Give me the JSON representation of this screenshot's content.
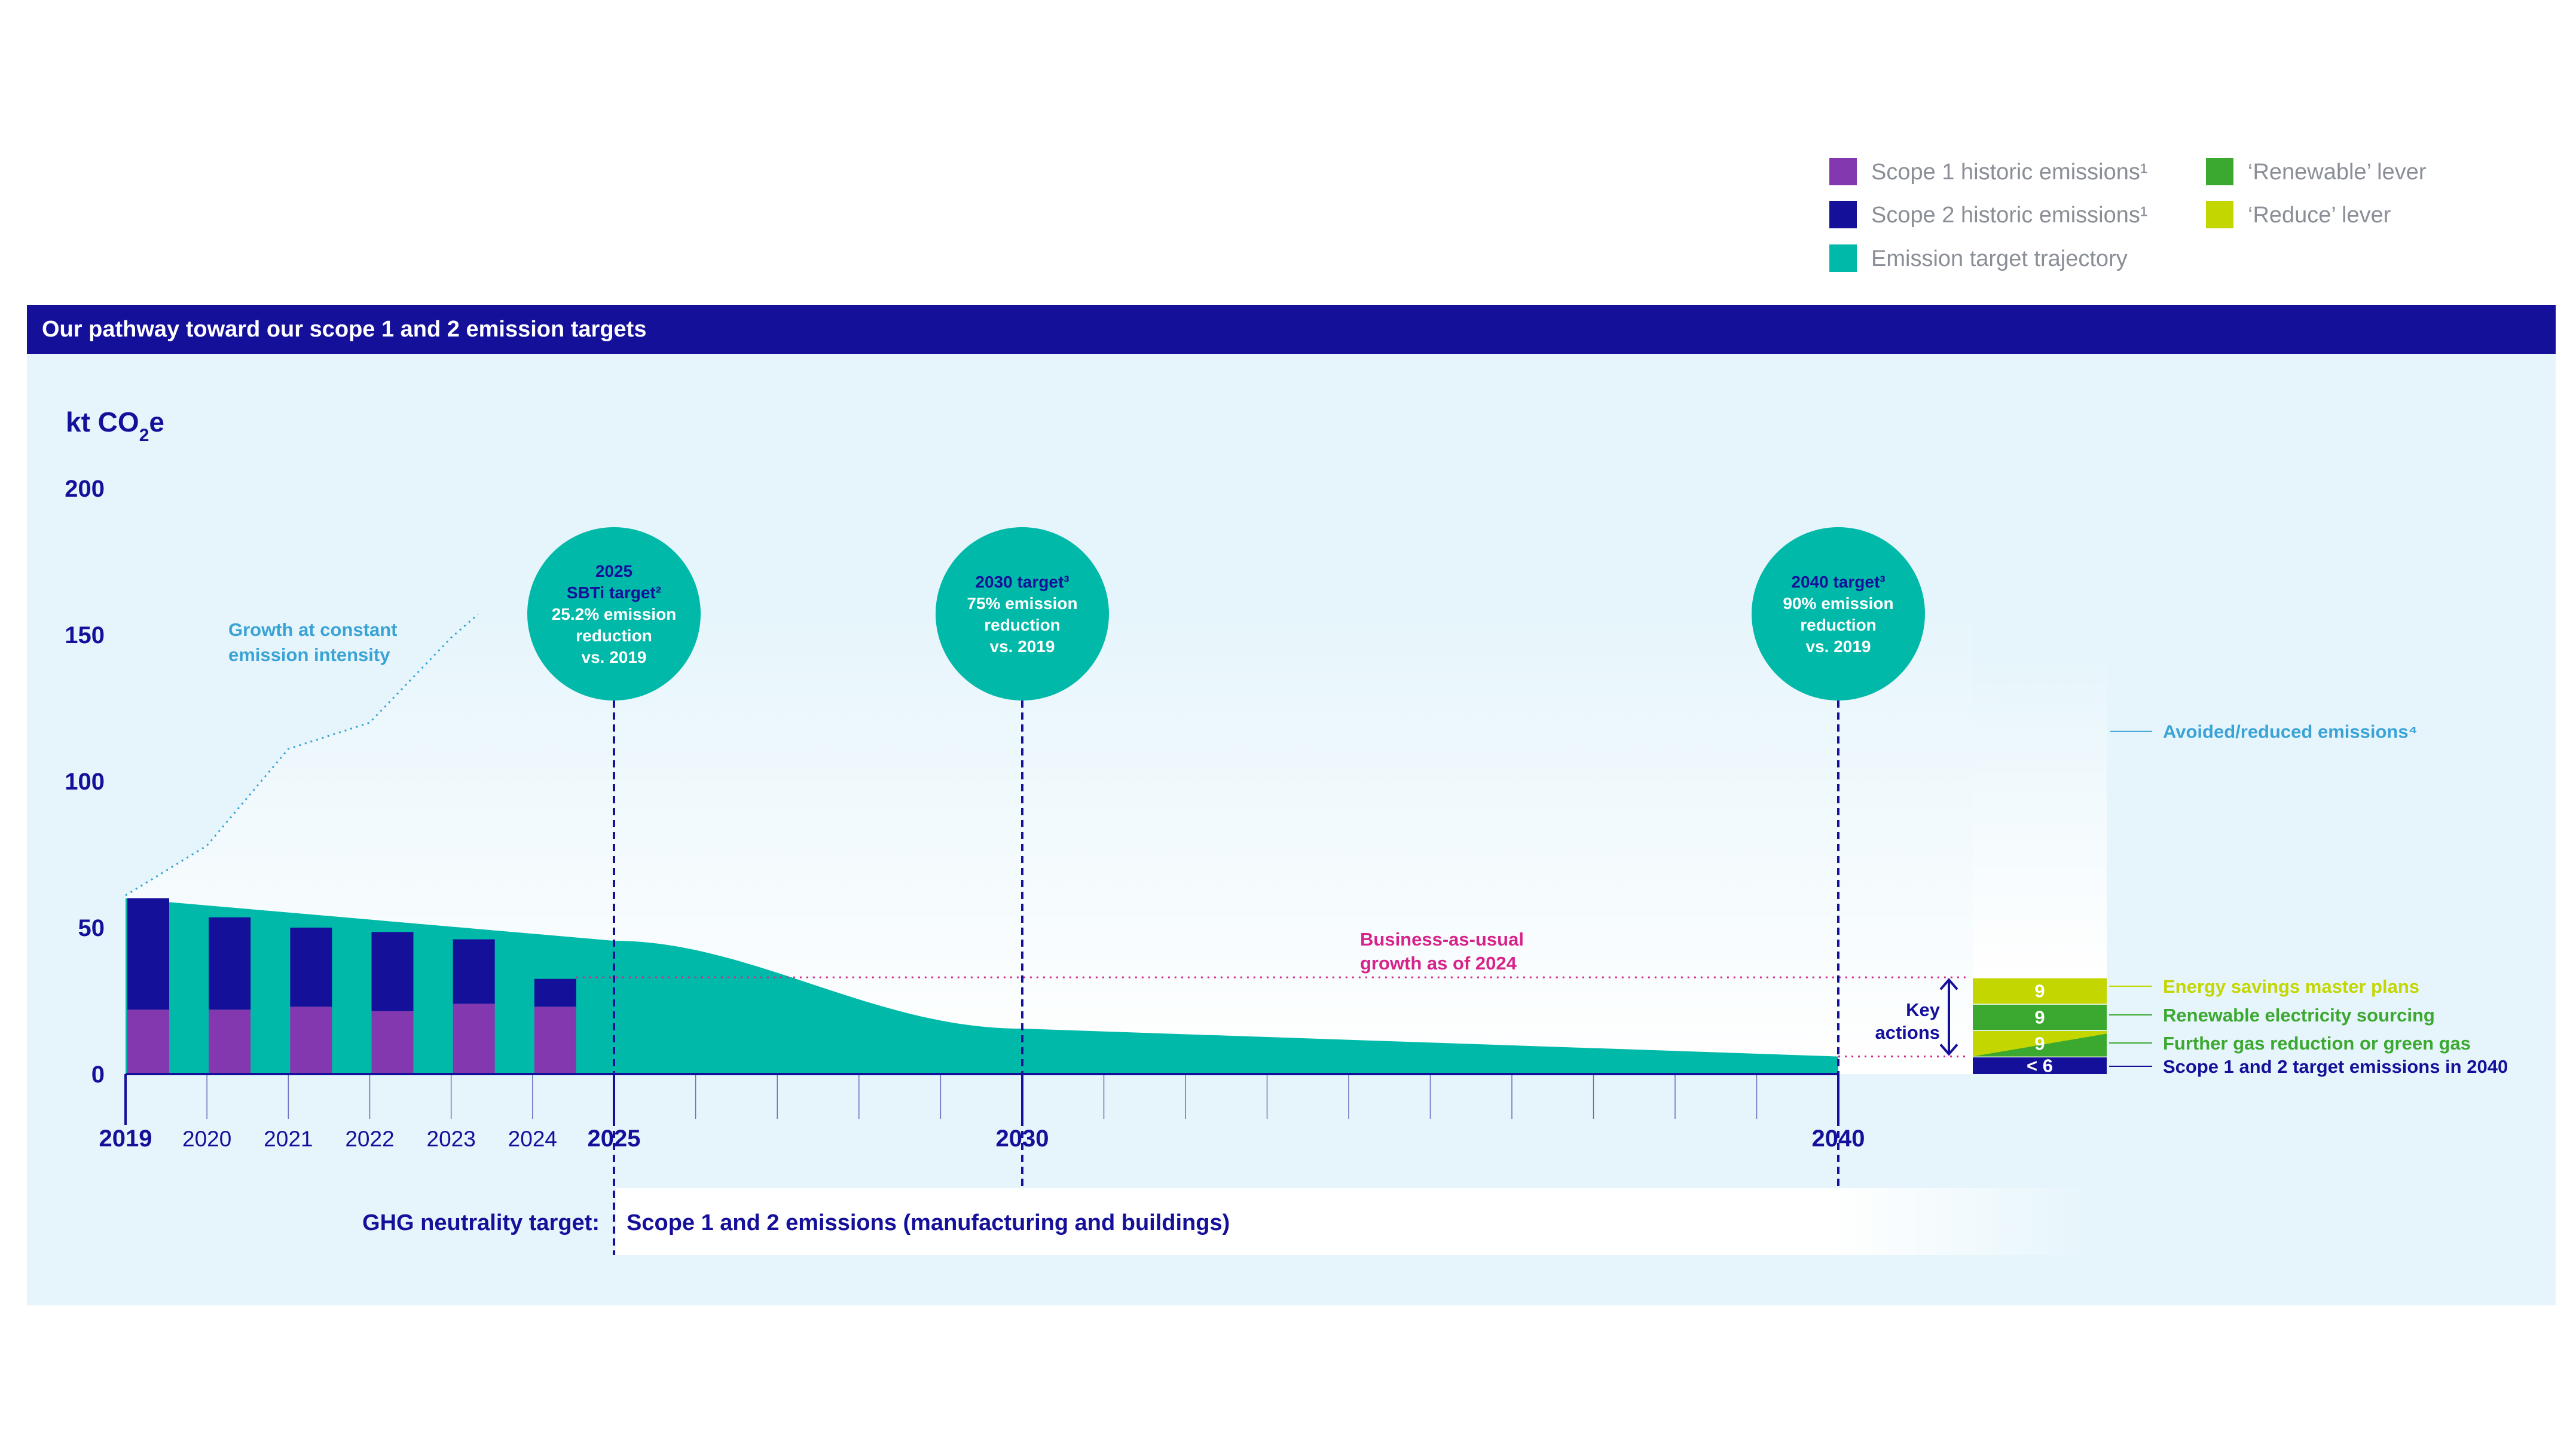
{
  "legend": {
    "items": [
      {
        "label": "Scope 1 historic emissions¹",
        "color": "#8438b0"
      },
      {
        "label": "Scope 2 historic emissions¹",
        "color": "#15109a"
      },
      {
        "label": "Emission target trajectory",
        "color": "#00b9a8"
      },
      {
        "label": "‘Renewable’ lever",
        "color": "#3ba830"
      },
      {
        "label": "‘Reduce’ lever",
        "color": "#c4d600"
      }
    ]
  },
  "header": {
    "title": "Our pathway toward our scope 1 and 2 emission targets"
  },
  "colors": {
    "navy": "#15109a",
    "teal": "#00b9a8",
    "panel_bg": "#e6f5fb",
    "bau": "#d6238a",
    "intensity": "#3aa3d6",
    "lever_green": "#3ba830",
    "lever_yellow": "#c4d600"
  },
  "chart_data": {
    "type": "bar",
    "ylabel_main": "kt CO",
    "ylabel_sub": "2",
    "ylabel_tail": "e",
    "y_ticks": [
      "200",
      "150",
      "100",
      "50",
      "0"
    ],
    "ylim": [
      0,
      200
    ],
    "categories": [
      "2019",
      "2020",
      "2021",
      "2022",
      "2023",
      "2024"
    ],
    "x_tick_labels": [
      {
        "label": "2019",
        "year": 2019,
        "bold": true
      },
      {
        "label": "2020",
        "year": 2020,
        "bold": false
      },
      {
        "label": "2021",
        "year": 2021,
        "bold": false
      },
      {
        "label": "2022",
        "year": 2022,
        "bold": false
      },
      {
        "label": "2023",
        "year": 2023,
        "bold": false
      },
      {
        "label": "2024",
        "year": 2024,
        "bold": false
      },
      {
        "label": "2025",
        "year": 2025,
        "bold": true
      },
      {
        "label": "2030",
        "year": 2030,
        "bold": true
      },
      {
        "label": "2040",
        "year": 2040,
        "bold": true
      }
    ],
    "series": [
      {
        "name": "Scope 1 historic emissions¹",
        "values": [
          22,
          22,
          23,
          21.5,
          24,
          23
        ]
      },
      {
        "name": "Scope 2 historic emissions¹",
        "values": [
          38,
          31.5,
          27,
          27,
          22,
          9.5
        ]
      }
    ],
    "target_trajectory": {
      "x": [
        2019,
        2025,
        2030,
        2040
      ],
      "y": [
        60,
        45.5,
        15.5,
        6
      ]
    },
    "constant_intensity_growth": {
      "x": [
        2019,
        2020,
        2021,
        2022,
        2023
      ],
      "y": [
        61,
        78,
        111,
        120,
        149
      ]
    },
    "bau_level": 33,
    "bau_from_year": 2024,
    "target_2040_level": 6,
    "annotations": {
      "growth_line1": "Growth at constant",
      "growth_line2": "emission intensity",
      "bau_line1": "Business-as-usual",
      "bau_line2": "growth as of 2024",
      "key_actions_line1": "Key",
      "key_actions_line2": "actions"
    },
    "targets": [
      {
        "year": 2025,
        "lines": [
          "2025",
          "SBTi target²",
          "25.2% emission",
          "reduction",
          "vs. 2019"
        ]
      },
      {
        "year": 2030,
        "lines": [
          "2030 target³",
          "75% emission",
          "reduction",
          "vs. 2019"
        ]
      },
      {
        "year": 2040,
        "lines": [
          "2040 target³",
          "90% emission",
          "reduction",
          "vs. 2019"
        ]
      }
    ],
    "stack_2040": [
      {
        "label": "< 6",
        "value": 6,
        "kind": "navy",
        "desc": "Scope 1 and 2 target emissions in 2040"
      },
      {
        "label": "9",
        "value": 9,
        "kind": "split",
        "desc": "Further gas reduction or green gas"
      },
      {
        "label": "9",
        "value": 9,
        "kind": "green",
        "desc": "Renewable electricity sourcing"
      },
      {
        "label": "9",
        "value": 9,
        "kind": "yellow",
        "desc": "Energy savings master plans"
      }
    ],
    "avoided_label": "Avoided/reduced emissions⁴"
  },
  "footer": {
    "label": "GHG neutrality target:",
    "value": "Scope 1 and 2 emissions (manufacturing and buildings)"
  }
}
